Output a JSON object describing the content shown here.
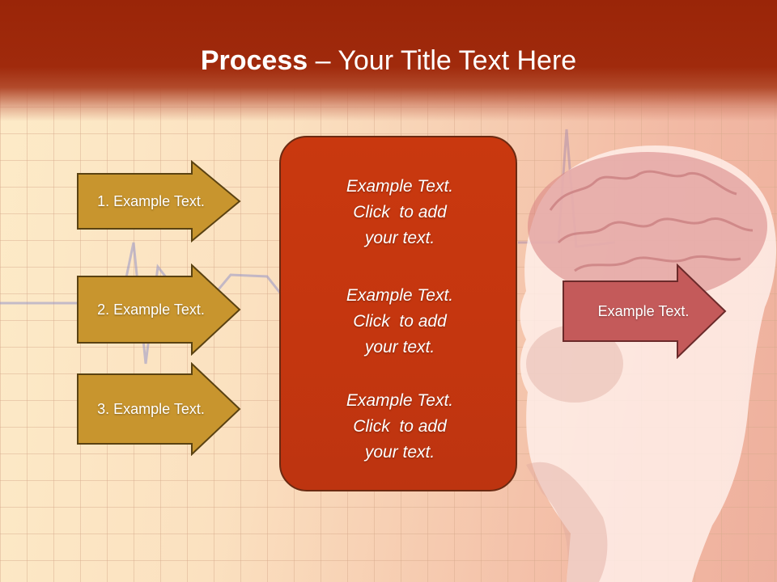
{
  "title": {
    "bold": "Process",
    "rest": " – Your Title Text Here"
  },
  "left_arrows": [
    {
      "label": "1. Example Text."
    },
    {
      "label": "2. Example Text."
    },
    {
      "label": "3. Example Text."
    }
  ],
  "center_box": {
    "blocks": [
      {
        "lines": [
          "Example Text.",
          "Click  to add",
          "your text."
        ]
      },
      {
        "lines": [
          "Example Text.",
          "Click  to add",
          "your text."
        ]
      },
      {
        "lines": [
          "Example Text.",
          "Click  to add",
          "your text."
        ]
      }
    ]
  },
  "right_arrow": {
    "label": "Example Text."
  },
  "colors": {
    "header": "#9a2508",
    "left_arrow_fill": "#c8952e",
    "left_arrow_border": "#5a4212",
    "center_box_fill": "#c4360f",
    "right_arrow_fill": "#c45a5a"
  },
  "background_image": "human-head-brain-illustration over ecg grid"
}
